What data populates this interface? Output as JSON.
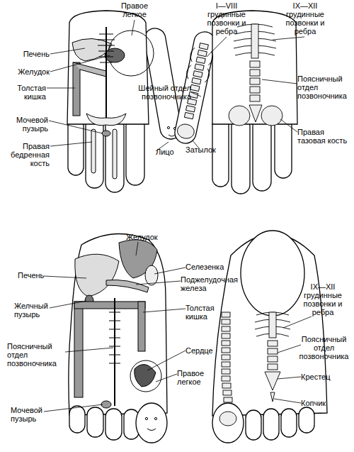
{
  "diagram": {
    "labels": [
      "Печень",
      "Желудок",
      "Толстая кишка",
      "Мочевой пузырь",
      "Правая бедренная кость",
      "Правое легкое",
      "Лицо",
      "I—VIII грудинные позвонки и ребра",
      "IX—XII грудинные позвонки и ребра",
      "Шейный отдел позвоночника",
      "Затылок",
      "Поясничный отдел позвоночника",
      "Правая тазовая кость",
      "Желудок",
      "Селезенка",
      "Печень",
      "Поджелудочная железа",
      "Желчный пузырь",
      "Толстая кишка",
      "Поясничный отдел позвоночника",
      "Сердце",
      "Правое легкое",
      "Мочевой пузырь",
      "IX—XII грудинные позвонки и ребра",
      "Поясничный отдел позвоночника",
      "Крестец",
      "Копчик"
    ]
  }
}
